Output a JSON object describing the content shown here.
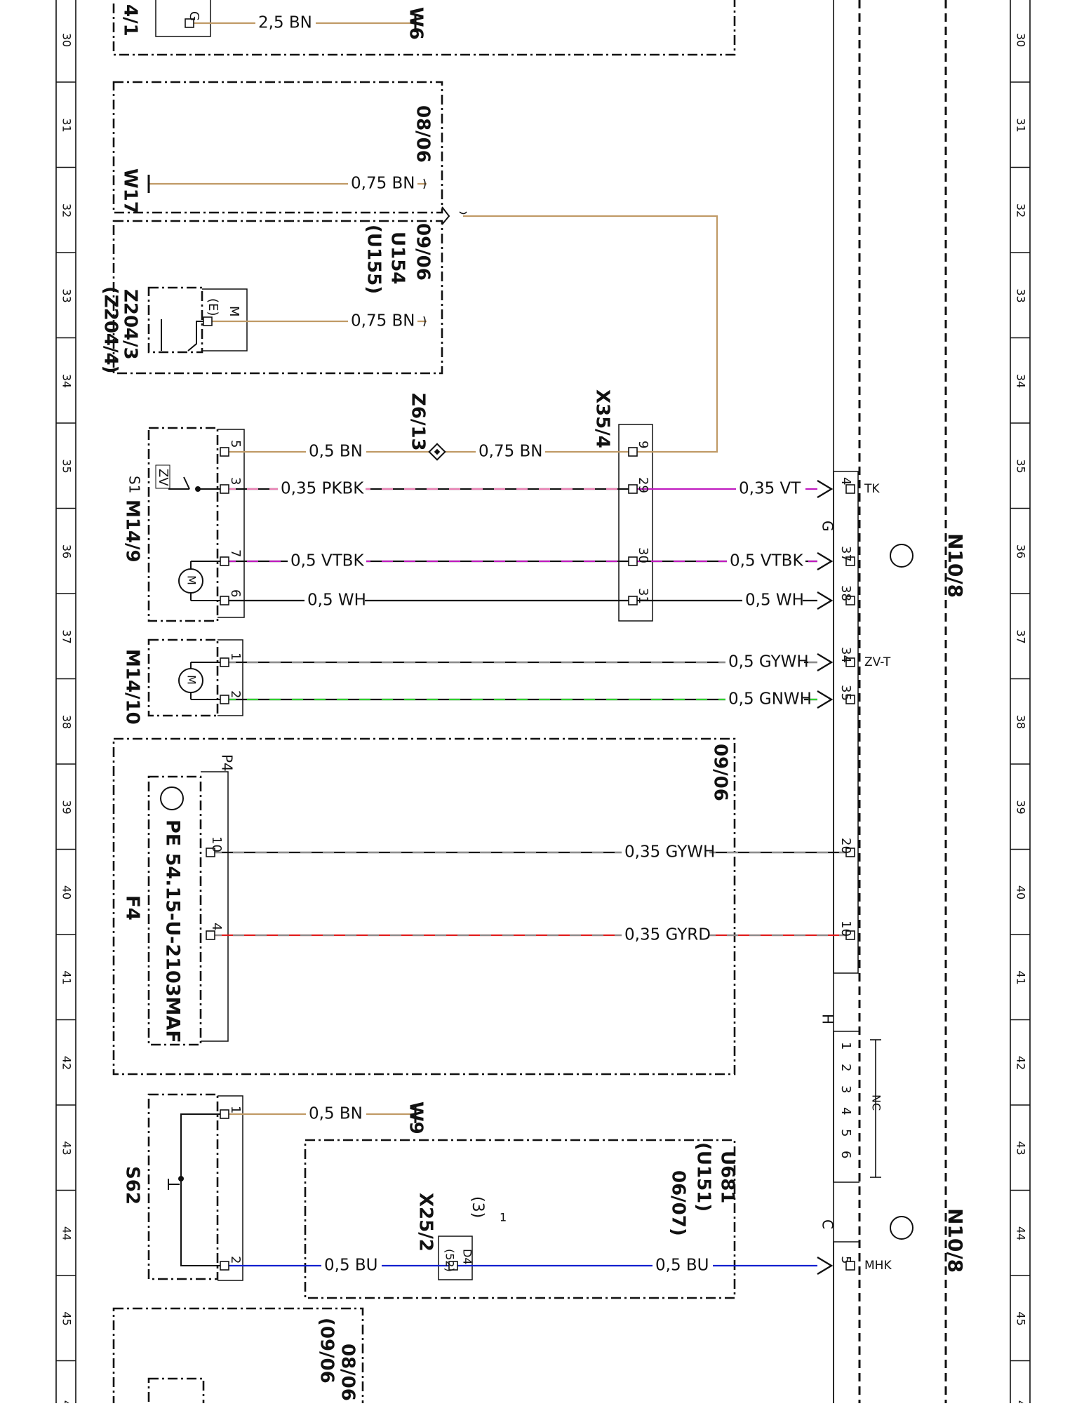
{
  "ruler": {
    "rows": [
      "30",
      "31",
      "32",
      "33",
      "34",
      "35",
      "36",
      "37",
      "38",
      "39",
      "40",
      "41",
      "42",
      "43",
      "44",
      "45",
      "4"
    ]
  },
  "colors": {
    "BN": "#c09a66",
    "PK": "#e97fb3",
    "VT": "#c01cc0",
    "WH": "#111111",
    "GY": "#8c8c8c",
    "GN": "#2fd02f",
    "RD": "#e01c1c",
    "BU": "#1020d0"
  },
  "components": {
    "w6": "W6",
    "w17": "W17",
    "w9": "W9",
    "ver_0806_a": "08/06",
    "ver_0906_a": "09/06",
    "u154": "U154",
    "u155": "(U155)",
    "z204_3": "Z204/3",
    "z204_4": "(Z204/4)",
    "z204_e": "(E)",
    "z204_m": "M",
    "z6_13": "Z6/13",
    "x35_4": "X35/4",
    "m14_9": "M14/9",
    "s1": "S1",
    "zv": "ZV",
    "m14_10": "M14/10",
    "m": "M",
    "n10_8_a": "N10/8",
    "n10_8_b": "N10/8",
    "conn_g": "G",
    "conn_h": "H",
    "conn_c": "C",
    "tk": "TK",
    "zvt": "ZV-T",
    "nc": "NC",
    "mhk": "MHK",
    "ver_0906_b": "09/06",
    "p4": "P4",
    "pe_ref": "PE 54.15-U-2103MAF",
    "f4": "F4",
    "s62": "S62",
    "x25_2": "X25/2",
    "u681": "U681",
    "u151": "(U151)",
    "ver_0607": "06/07)",
    "pin_3p": "(3)",
    "pin_sup": "1",
    "d4": "D4",
    "d52": "(52)",
    "ver_0806_b": "08/06",
    "ver_0906_c": "(09/06",
    "top_ref": "4/1",
    "top_g": "G"
  },
  "wires": {
    "w01": "2,5 BN",
    "w02": "0,75 BN",
    "w03": "0,75 BN",
    "w04": "0,5 BN",
    "w05": "0,75 BN",
    "w06": "0,35 PKBK",
    "w07": "0,35 VT",
    "w08": "0,5 VTBK",
    "w09": "0,5 VTBK",
    "w10": "0,5 WH",
    "w11": "0,5 WH",
    "w12": "0,5 GYWH",
    "w13": "0,5 GNWH",
    "w14": "0,35 GYWH",
    "w15": "0,35 GYRD",
    "w16": "0,5 BN",
    "w17": "0,5 BU",
    "w18": "0,5 BU"
  },
  "pins": {
    "m149_5": "5",
    "m149_3": "3",
    "m149_7": "7",
    "m149_6": "6",
    "x354_9": "9",
    "x354_29": "29",
    "x354_30": "30",
    "x354_31": "31",
    "n108_4": "4",
    "n108_37": "37",
    "n108_38": "38",
    "n108_34": "34",
    "n108_35": "35",
    "m1410_1": "1",
    "m1410_2": "2",
    "p4_10": "10",
    "p4_4": "4",
    "n108_20": "20",
    "n108_10": "10",
    "s62_1": "1",
    "s62_2": "2",
    "n108_5": "5",
    "h1": "1",
    "h2": "2",
    "h3": "3",
    "h4": "4",
    "h5": "5",
    "h6": "6"
  }
}
